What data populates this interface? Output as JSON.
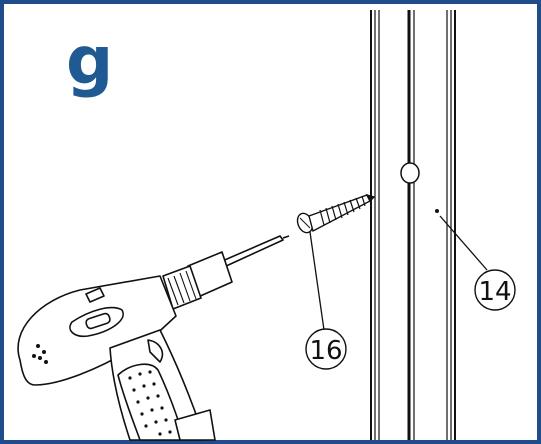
{
  "step": {
    "letter": "g"
  },
  "callouts": [
    {
      "number": "16",
      "part": "screw"
    },
    {
      "number": "14",
      "part": "door-profile"
    }
  ],
  "colors": {
    "border": "#1f4d8c",
    "step_letter": "#1f5a92",
    "line_art": "#111111"
  },
  "icons": [
    "cordless-drill-icon",
    "screw-icon",
    "door-profile-icon"
  ]
}
